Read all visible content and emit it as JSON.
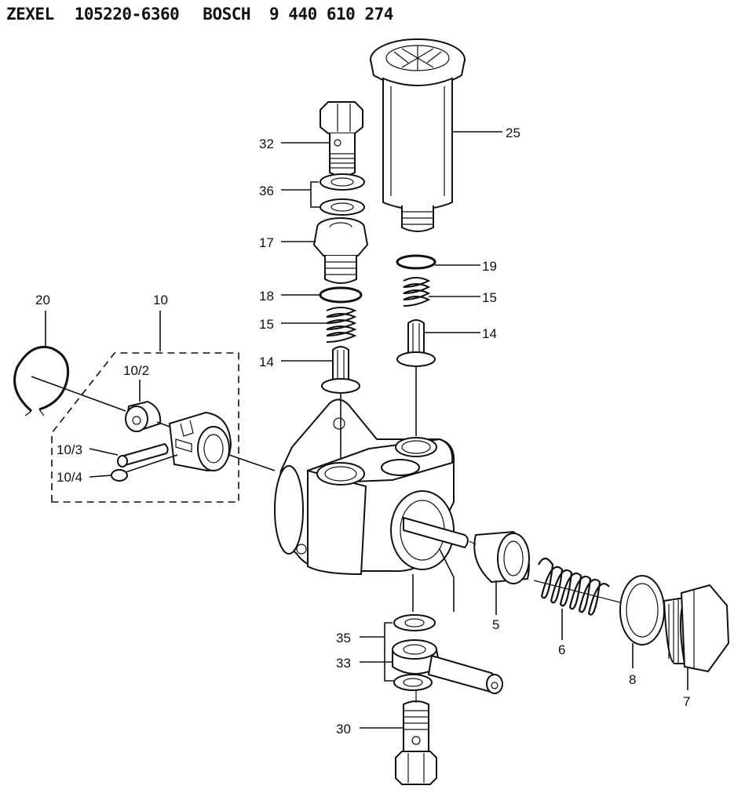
{
  "header": {
    "brand1": "ZEXEL",
    "part1": "105220-6360",
    "brand2": "BOSCH",
    "part2": "9 440 610 274"
  },
  "labels": {
    "l25": "25",
    "l32": "32",
    "l36": "36",
    "l17": "17",
    "l18": "18",
    "l15a": "15",
    "l14a": "14",
    "l19": "19",
    "l15b": "15",
    "l14b": "14",
    "l20": "20",
    "l10": "10",
    "l10_2": "10/2",
    "l10_3": "10/3",
    "l10_4": "10/4",
    "l5": "5",
    "l6": "6",
    "l8": "8",
    "l7": "7",
    "l35": "35",
    "l33": "33",
    "l30": "30"
  }
}
